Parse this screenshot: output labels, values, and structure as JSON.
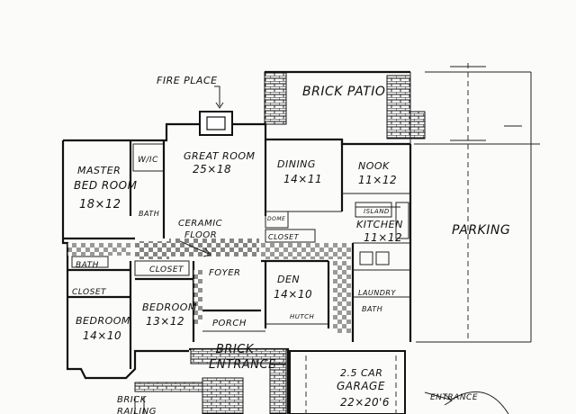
{
  "plan": {
    "labels": {
      "fireplace": "FIRE PLACE",
      "brick_patio": "BRICK PATIO",
      "master_bedroom_line1": "MASTER",
      "master_bedroom_line2": "BED ROOM",
      "master_bedroom_size": "18×12",
      "wic": "W/IC",
      "great_room": "GREAT ROOM",
      "great_room_size": "25×18",
      "dining": "DINING",
      "dining_size": "14×11",
      "nook": "NOOK",
      "nook_size": "11×12",
      "island": "ISLAND",
      "kitchen": "KITCHEN",
      "kitchen_size": "11×12",
      "parking": "PARKING",
      "bath_master": "BATH",
      "ceramic_line1": "CERAMIC",
      "ceramic_line2": "FLOOR",
      "bath_left": "BATH",
      "closet_left": "CLOSET",
      "closet_mid": "CLOSET",
      "closet_dining": "CLOSET",
      "dome": "DOME",
      "foyer": "FOYER",
      "den": "DEN",
      "den_size": "14×10",
      "bedroom_left": "BEDROOM",
      "bedroom_left_size": "14×10",
      "bedroom_mid": "BEDROOM",
      "bedroom_mid_size": "13×12",
      "porch": "PORCH",
      "hutch": "HUTCH",
      "laundry": "LAUNDRY",
      "bath_laundry": "BATH",
      "brick_entrance_line1": "BRICK",
      "brick_entrance_line2": "ENTRANCE",
      "garage_line1": "2.5 CAR",
      "garage_line2": "GARAGE",
      "garage_size": "22×20'6",
      "entrance_garage": "ENTRANCE",
      "brick_railing_line1": "BRICK",
      "brick_railing_line2": "RAILING"
    }
  }
}
